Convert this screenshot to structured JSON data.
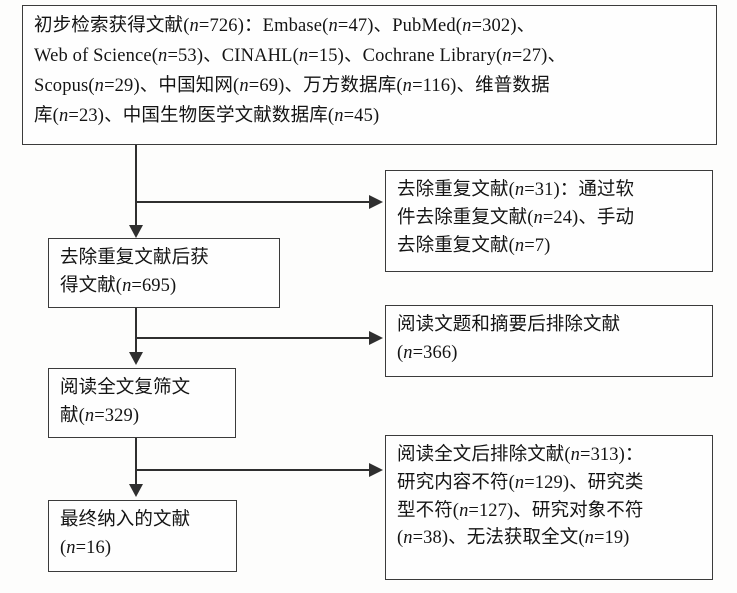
{
  "diagram": {
    "type": "prisma-literature-screening-flowchart",
    "language": "zh-CN",
    "colors": {
      "border": "#3b3b3b",
      "connector": "#2f2f2f",
      "box_background": "#fefefe",
      "page_background": "#fdfdfc",
      "text": "#141414"
    }
  },
  "boxes": {
    "identification": {
      "id": "initial-search-results",
      "total_label": "初步检索获得文献",
      "total_n": 726,
      "lines": [
        "初步检索获得文献(n=726)：Embase(n=47)、PubMed(n=302)、",
        "Web of Science(n=53)、CINAHL(n=15)、Cochrane Library(n=27)、",
        "Scopus(n=29)、中国知网(n=69)、万方数据库(n=116)、维普数据",
        "库(n=23)、中国生物医学文献数据库(n=45)"
      ],
      "sources": [
        {
          "name": "Embase",
          "n": 47
        },
        {
          "name": "PubMed",
          "n": 302
        },
        {
          "name": "Web of Science",
          "n": 53
        },
        {
          "name": "CINAHL",
          "n": 15
        },
        {
          "name": "Cochrane Library",
          "n": 27
        },
        {
          "name": "Scopus",
          "n": 29
        },
        {
          "name": "中国知网",
          "n": 69
        },
        {
          "name": "万方数据库",
          "n": 116
        },
        {
          "name": "维普数据库",
          "n": 23
        },
        {
          "name": "中国生物医学文献数据库",
          "n": 45
        }
      ]
    },
    "after_dedup": {
      "id": "records-after-duplicates-removed",
      "n": 695,
      "lines": [
        "去除重复文献后获",
        "得文献(n=695)"
      ]
    },
    "full_text_screen": {
      "id": "full-text-rescreened",
      "n": 329,
      "lines": [
        "阅读全文复筛文",
        "献(n=329)"
      ]
    },
    "included": {
      "id": "studies-included",
      "n": 16,
      "lines": [
        "最终纳入的文献",
        "(n=16)"
      ]
    }
  },
  "exclusions": [
    {
      "id": "duplicates-removed",
      "total_n": 31,
      "lines": [
        "去除重复文献(n=31)：通过软",
        "件去除重复文献(n=24)、手动",
        "去除重复文献(n=7)"
      ],
      "reasons": [
        {
          "reason": "通过软件去除重复文献",
          "n": 24
        },
        {
          "reason": "手动去除重复文献",
          "n": 7
        }
      ]
    },
    {
      "id": "excluded-after-title-abstract",
      "total_n": 366,
      "lines": [
        "阅读文题和摘要后排除文献",
        "(n=366)"
      ],
      "reasons": []
    },
    {
      "id": "excluded-after-full-text",
      "total_n": 313,
      "lines": [
        "阅读全文后排除文献(n=313)：",
        "研究内容不符(n=129)、研究类",
        "型不符(n=127)、研究对象不符",
        "(n=38)、无法获取全文(n=19)"
      ],
      "reasons": [
        {
          "reason": "研究内容不符",
          "n": 129
        },
        {
          "reason": "研究类型不符",
          "n": 127
        },
        {
          "reason": "研究对象不符",
          "n": 38
        },
        {
          "reason": "无法获取全文",
          "n": 19
        }
      ]
    }
  ]
}
